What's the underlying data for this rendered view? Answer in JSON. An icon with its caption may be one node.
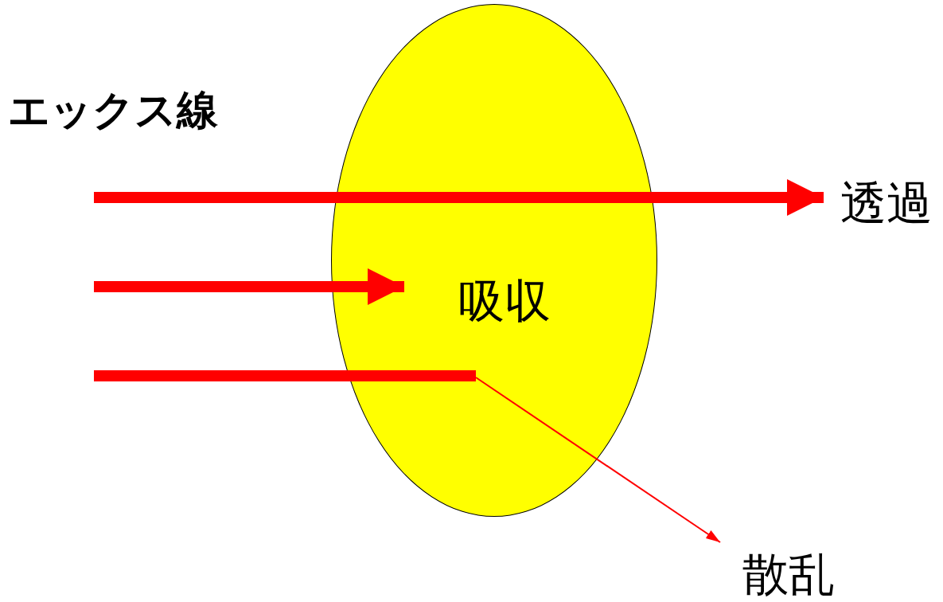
{
  "diagram": {
    "nodes": [
      {
        "text": [
          "吸収"
        ]
      },
      {
        "text": [
          "透過"
        ]
      },
      {
        "text": [
          "散乱"
        ]
      }
    ],
    "edges": [
      {
        "from": null,
        "to": 1,
        "arrow": "to"
      },
      {
        "from": null,
        "to": 0,
        "arrow": "to"
      },
      {
        "from": null,
        "to": 0,
        "arrow": "none"
      },
      {
        "from": 0,
        "to": 2,
        "arrow": "to"
      }
    ],
    "labels": [
      "エックス線"
    ]
  }
}
